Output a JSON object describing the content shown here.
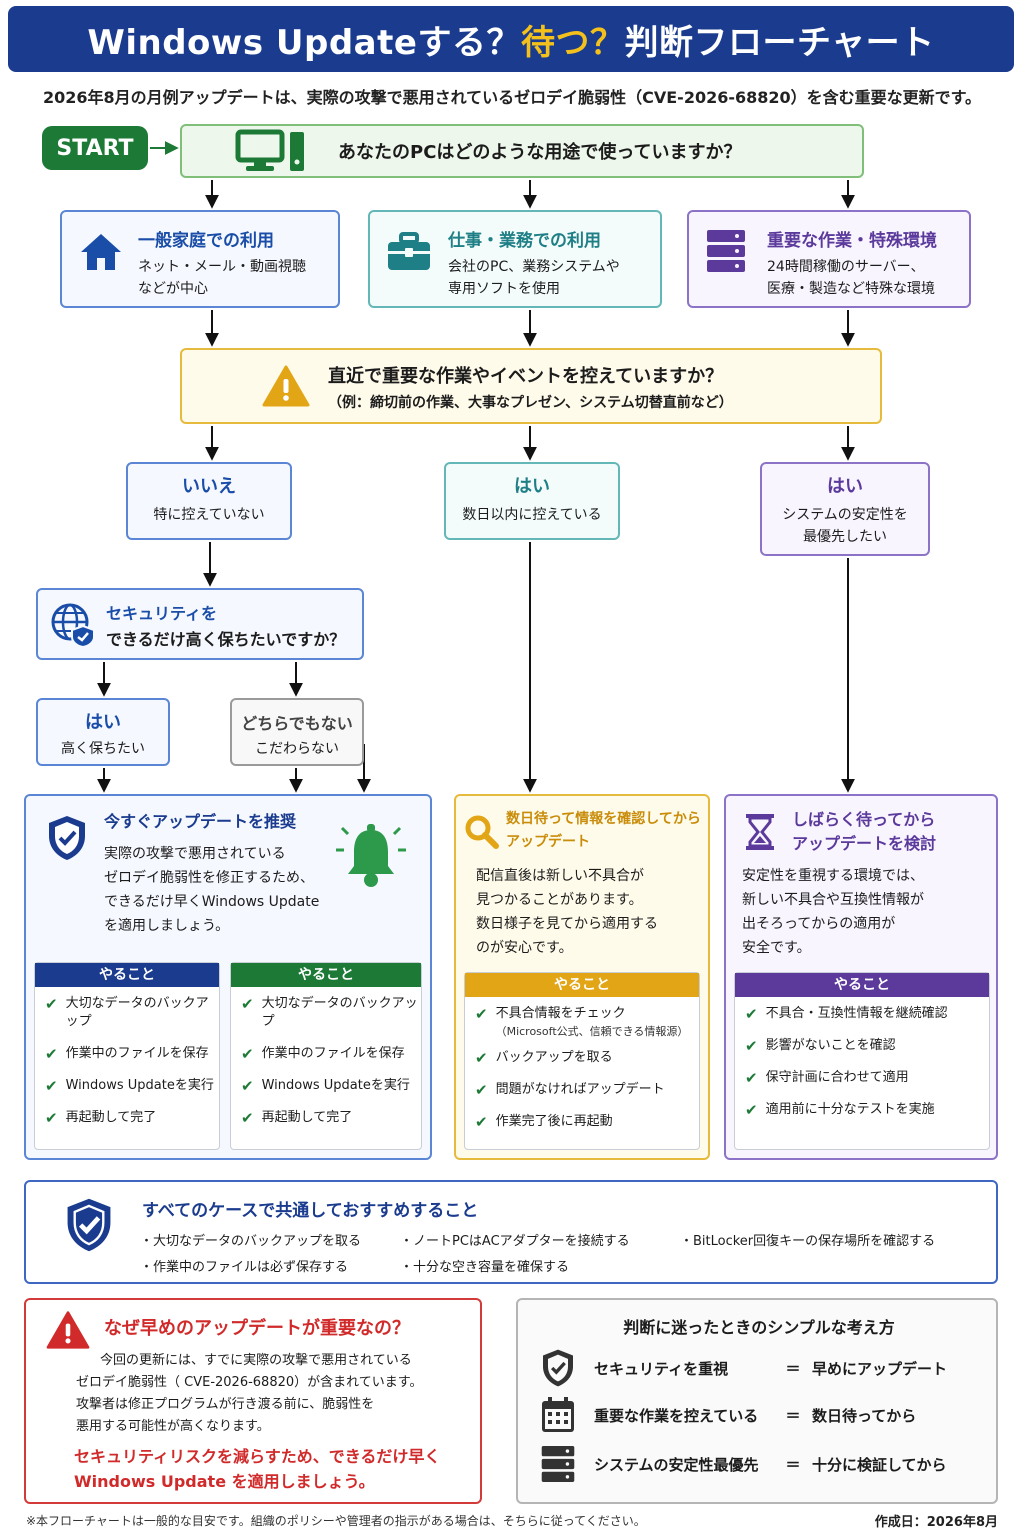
{
  "header": {
    "title_main": "Windows Updateする？",
    "title_accent": "待つ？",
    "title_tail": "判断フローチャート"
  },
  "subtitle": "2026年8月の月例アップデートは、実際の攻撃で悪用されているゼロデイ脆弱性（CVE-2026-68820）を含む重要な更新です。",
  "start": "START",
  "q1": "あなたのPCはどのような用途で使っていますか？",
  "usage": [
    {
      "title": "一般家庭での利用",
      "desc1": "ネット・メール・動画視聴",
      "desc2": "などが中心"
    },
    {
      "title": "仕事・業務での利用",
      "desc1": "会社のPC、業務システムや",
      "desc2": "専用ソフトを使用"
    },
    {
      "title": "重要な作業・特殊環境",
      "desc1": "24時間稼働のサーバー、",
      "desc2": "医療・製造など特殊な環境"
    }
  ],
  "q2": {
    "line1": "直近で重要な作業やイベントを控えていますか？",
    "line2": "（例：締切前の作業、大事なプレゼン、システム切替直前など）"
  },
  "answers": [
    {
      "t": "いいえ",
      "d1": "特に控えていない",
      "d2": ""
    },
    {
      "t": "はい",
      "d1": "数日以内に控えている",
      "d2": ""
    },
    {
      "t": "はい",
      "d1": "システムの安定性を",
      "d2": "最優先したい"
    }
  ],
  "q3": {
    "line1": "セキュリティを",
    "line2": "できるだけ高く保ちたいですか？"
  },
  "sec_answers": [
    {
      "t": "はい",
      "d": "高く保ちたい"
    },
    {
      "t": "どちらでもない",
      "d": "こだわらない"
    }
  ],
  "result_now": {
    "title": "今すぐアップデートを推奨",
    "body": [
      "実際の攻撃で悪用されている",
      "ゼロデイ脆弱性を修正するため、",
      "できるだけ早くWindows Update",
      "を適用しましょう。"
    ],
    "todo_head": "やること",
    "todo": [
      "大切なデータのバックアップ",
      "作業中のファイルを保存",
      "Windows Updateを実行",
      "再起動して完了"
    ]
  },
  "result_wait": {
    "title1": "数日待って情報を確認してから",
    "title2": "アップデート",
    "body": [
      "配信直後は新しい不具合が",
      "見つかることがあります。",
      "数日様子を見てから適用する",
      "のが安心です。"
    ],
    "todo_head": "やること",
    "todo": [
      "不具合情報をチェック",
      "バックアップを取る",
      "問題がなければアップデート",
      "作業完了後に再起動"
    ],
    "todo_sub": "（Microsoft公式、信頼できる情報源）"
  },
  "result_later": {
    "title1": "しばらく待ってから",
    "title2": "アップデートを検討",
    "body": [
      "安定性を重視する環境では、",
      "新しい不具合や互換性情報が",
      "出そろってからの適用が",
      "安全です。"
    ],
    "todo_head": "やること",
    "todo": [
      "不具合・互換性情報を継続確認",
      "影響がないことを確認",
      "保守計画に合わせて適用",
      "適用前に十分なテストを実施"
    ]
  },
  "common": {
    "title": "すべてのケースで共通しておすすめすること",
    "items": [
      "・大切なデータのバックアップを取る",
      "・ノートPCはACアダプターを接続する",
      "・BitLocker回復キーの保存場所を確認する",
      "・作業中のファイルは必ず保存する",
      "・十分な空き容量を確保する"
    ]
  },
  "why": {
    "title": "なぜ早めのアップデートが重要なの？",
    "body": [
      "今回の更新には、すでに実際の攻撃で悪用されている",
      "ゼロデイ脆弱性（ CVE-2026-68820）が含まれています。",
      "攻撃者は修正プログラムが行き渡る前に、脆弱性を",
      "悪用する可能性が高くなります。"
    ],
    "cta1": "セキュリティリスクを減らすため、できるだけ早く",
    "cta2": "Windows Update を適用しましょう。"
  },
  "simple": {
    "title": "判断に迷ったときのシンプルな考え方",
    "rows": [
      {
        "lhs": "セキュリティを重視",
        "eq": "＝",
        "rhs": "早めにアップデート"
      },
      {
        "lhs": "重要な作業を控えている",
        "eq": "＝",
        "rhs": "数日待ってから"
      },
      {
        "lhs": "システムの安定性最優先",
        "eq": "＝",
        "rhs": "十分に検証してから"
      }
    ]
  },
  "footer": {
    "note": "※本フローチャートは一般的な目安です。組織のポリシーや管理者の指示がある場合は、そちらに従ってください。",
    "date": "作成日：2026年8月"
  },
  "colors": {
    "navy": "#1a3b8e",
    "green": "#1d7a36",
    "yellow": "#e2a516",
    "purple": "#5b3a9c",
    "red": "#d12a2a",
    "teal": "#1f7f86"
  }
}
